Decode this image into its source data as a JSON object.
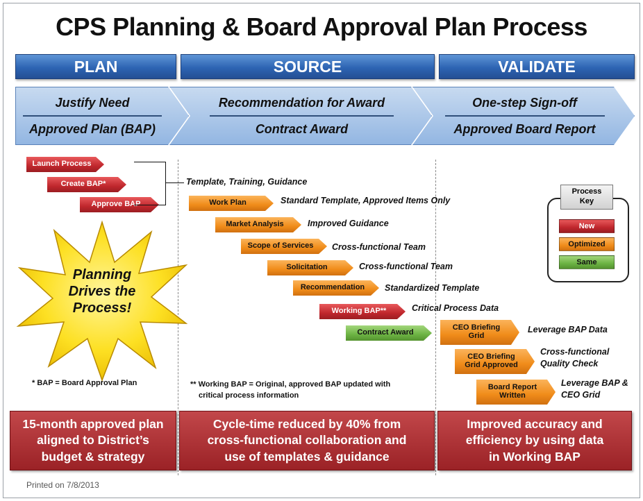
{
  "title": "CPS Planning & Board Approval Plan Process",
  "phases": [
    "PLAN",
    "SOURCE",
    "VALIDATE"
  ],
  "stages": [
    {
      "top": "Justify Need",
      "bottom": "Approved Plan (BAP)"
    },
    {
      "top": "Recommendation for Award",
      "bottom": "Contract Award"
    },
    {
      "top": "One-step Sign-off",
      "bottom": "Approved Board Report"
    }
  ],
  "plan_steps": [
    "Launch Process",
    "Create BAP*",
    "Approve BAP"
  ],
  "plan_bracket_label": "Template, Training, Guidance",
  "star_text": "Planning Drives the Process!",
  "plan_note": "* BAP = Board Approval Plan",
  "source_steps": [
    {
      "label": "Work Plan",
      "desc": "Standard Template, Approved Items Only",
      "status": "Optimized"
    },
    {
      "label": "Market Analysis",
      "desc": "Improved Guidance",
      "status": "Optimized"
    },
    {
      "label": "Scope of Services",
      "desc": "Cross-functional Team",
      "status": "Optimized"
    },
    {
      "label": "Solicitation",
      "desc": "Cross-functional Team",
      "status": "Optimized"
    },
    {
      "label": "Recommendation",
      "desc": "Standardized Template",
      "status": "Optimized"
    },
    {
      "label": "Working BAP**",
      "desc": "Critical Process Data",
      "status": "New"
    },
    {
      "label": "Contract Award",
      "desc": "",
      "status": "Same"
    }
  ],
  "source_note_line1": "** Working BAP = Original, approved BAP updated with",
  "source_note_line2": "critical process information",
  "validate_steps": [
    {
      "label_line1": "CEO Briefing",
      "label_line2": "Grid",
      "desc_line1": "Leverage BAP Data",
      "desc_line2": ""
    },
    {
      "label_line1": "CEO Briefing",
      "label_line2": "Grid Approved",
      "desc_line1": "Cross-functional",
      "desc_line2": "Quality Check"
    },
    {
      "label_line1": "Board Report",
      "label_line2": "Written",
      "desc_line1": "Leverage BAP &",
      "desc_line2": "CEO Grid"
    }
  ],
  "key": {
    "title_line1": "Process",
    "title_line2": "Key",
    "items": [
      "New",
      "Optimized",
      "Same"
    ]
  },
  "outcomes": [
    {
      "line1": "15-month approved plan",
      "line2": "aligned to District’s",
      "line3": "budget & strategy"
    },
    {
      "line1": "Cycle-time reduced by 40% from",
      "line2": "cross-functional collaboration and",
      "line3": "use of  templates & guidance"
    },
    {
      "line1": "Improved accuracy and",
      "line2": "efficiency by using data",
      "line3": "in Working BAP"
    }
  ],
  "printed": "Printed on 7/8/2013",
  "colors": {
    "new": "#c0272d",
    "optimized": "#f08c1a",
    "same": "#6cb343",
    "phase": "#2d64b3",
    "outcome": "#9b2226"
  }
}
